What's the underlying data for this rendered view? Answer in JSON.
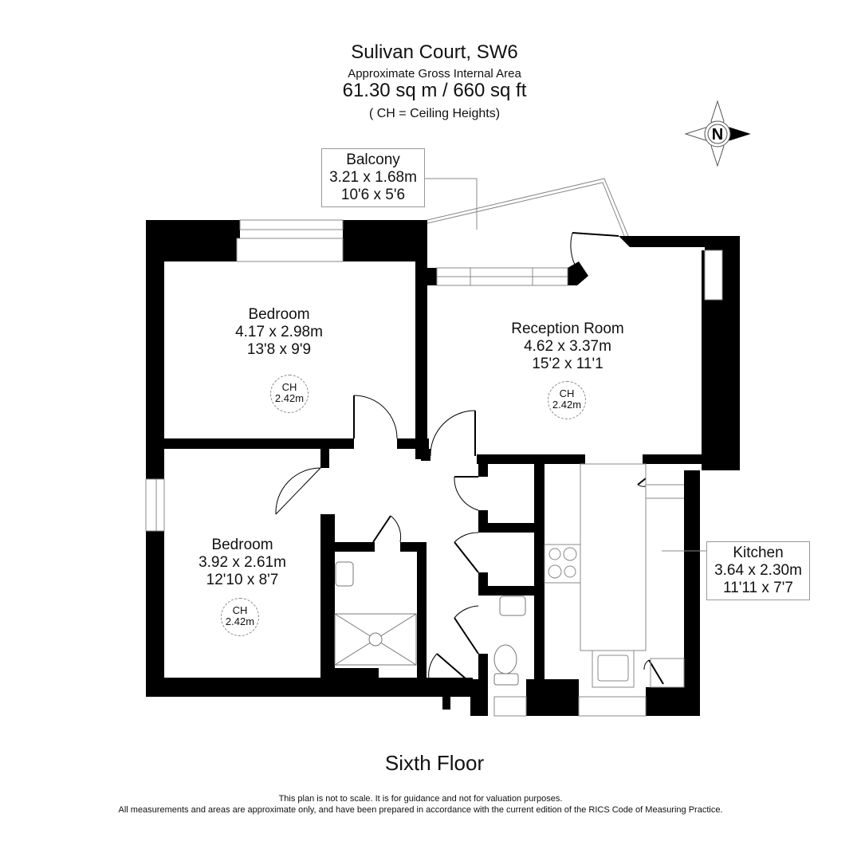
{
  "header": {
    "title": "Sulivan Court, SW6",
    "subtitle": "Approximate Gross Internal Area",
    "area": "61.30 sq m / 660 sq ft",
    "ch_note": "( CH = Ceiling Heights)"
  },
  "compass": {
    "letter": "N",
    "icon": "compass-icon"
  },
  "rooms": [
    {
      "name": "Bedroom",
      "metric": "4.17 x 2.98m",
      "imperial": "13'8 x 9'9",
      "ch_label": "CH",
      "ch_value": "2.42m"
    },
    {
      "name": "Bedroom",
      "metric": "3.92 x 2.61m",
      "imperial": "12'10 x 8'7",
      "ch_label": "CH",
      "ch_value": "2.42m"
    },
    {
      "name": "Reception Room",
      "metric": "4.62 x 3.37m",
      "imperial": "15'2 x 11'1",
      "ch_label": "CH",
      "ch_value": "2.42m"
    },
    {
      "name": "Kitchen",
      "metric": "3.64 x 2.30m",
      "imperial": "11'11 x 7'7"
    },
    {
      "name": "Balcony",
      "metric": "3.21 x 1.68m",
      "imperial": "10'6 x 5'6"
    }
  ],
  "floor_label": "Sixth Floor",
  "disclaimer": {
    "line1": "This plan is not to scale. It is for guidance and not for valuation purposes.",
    "line2": "All measurements and areas are approximate only, and have been prepared in accordance with the current edition of the RICS Code of Measuring Practice."
  },
  "colors": {
    "wall": "#000000",
    "line": "#777777",
    "background": "#ffffff"
  }
}
